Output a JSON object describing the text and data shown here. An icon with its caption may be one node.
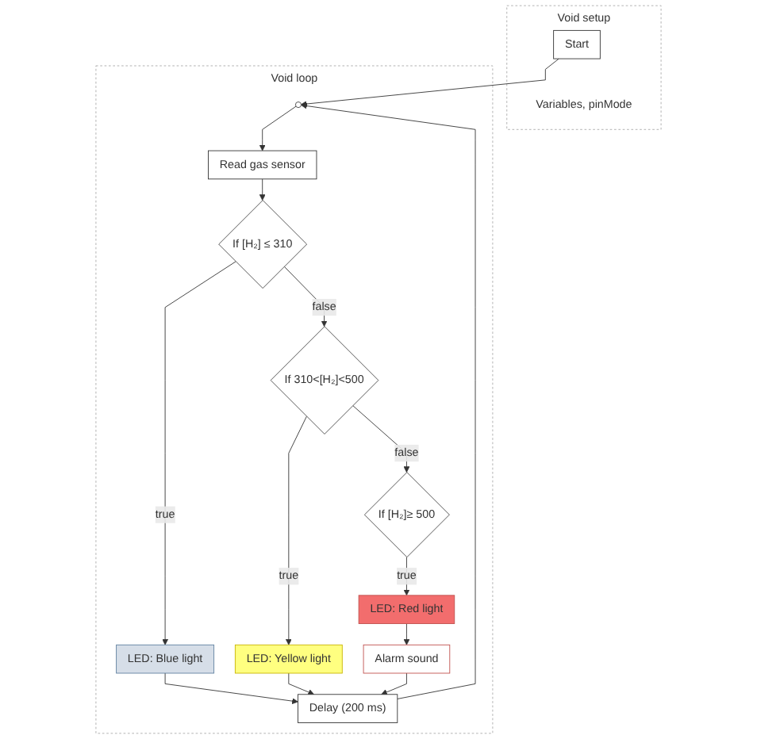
{
  "diagram": {
    "nodes": [
      {
        "text": [
          "Void setup"
        ]
      },
      {
        "text": [
          "Start"
        ],
        "in": 0,
        "beside": [
          "Variables, pinMode"
        ]
      },
      {
        "text": [
          "Void loop"
        ]
      },
      {
        "text": [],
        "shape": "circle",
        "in": 2
      },
      {
        "text": [
          "Read gas sensor"
        ],
        "in": 2
      },
      {
        "text": [
          "If [H₂] ≤ 310"
        ],
        "in": 2
      },
      {
        "text": [
          "LED: Blue light"
        ],
        "in": 2
      },
      {
        "text": [
          "If 310<[H₂]<500"
        ],
        "in": 2
      },
      {
        "text": [
          "LED: Yellow light"
        ],
        "in": 2
      },
      {
        "text": [
          "If [H₂]≥ 500"
        ],
        "in": 2
      },
      {
        "text": [
          "LED: Red light"
        ],
        "in": 2
      },
      {
        "text": [
          "Alarm sound"
        ],
        "in": 2
      },
      {
        "text": [
          "Delay (200 ms)"
        ],
        "in": 2
      }
    ],
    "edges": [
      {
        "from": 1,
        "to": 3,
        "arrow": "to"
      },
      {
        "from": 3,
        "to": 4,
        "arrow": "to"
      },
      {
        "from": 4,
        "to": 5,
        "arrow": "to"
      },
      {
        "from": 5,
        "to": 6,
        "arrow": "to",
        "label": "true"
      },
      {
        "from": 5,
        "to": 7,
        "arrow": "to",
        "label": "false"
      },
      {
        "from": 7,
        "to": 8,
        "arrow": "to",
        "label": "true"
      },
      {
        "from": 7,
        "to": 9,
        "arrow": "to",
        "label": "false"
      },
      {
        "from": 9,
        "to": 10,
        "arrow": "to",
        "label": "true"
      },
      {
        "from": 10,
        "to": 11,
        "arrow": "to"
      },
      {
        "from": 6,
        "to": 12,
        "arrow": "to"
      },
      {
        "from": 8,
        "to": 12,
        "arrow": "to"
      },
      {
        "from": 11,
        "to": 12,
        "arrow": "to"
      },
      {
        "from": 12,
        "to": 3,
        "arrow": "to"
      }
    ]
  }
}
